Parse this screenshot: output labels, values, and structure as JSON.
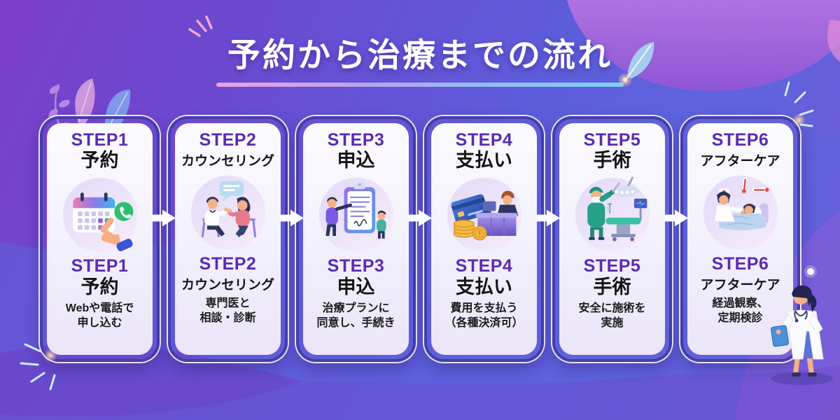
{
  "title": {
    "text": "予約から治療までの流れ"
  },
  "steps": [
    {
      "step": "STEP1",
      "title": "予約",
      "desc1": "Webや電話で",
      "desc2": "申し込む",
      "icon": "calendar-booking-illustration"
    },
    {
      "step": "STEP2",
      "title": "カウンセリング",
      "desc1": "専門医と",
      "desc2": "相談・診断",
      "icon": "counseling-illustration"
    },
    {
      "step": "STEP3",
      "title": "申込",
      "desc1": "治療プランに",
      "desc2": "同意し、手続き",
      "icon": "application-form-illustration"
    },
    {
      "step": "STEP4",
      "title": "支払い",
      "desc1": "費用を支払う",
      "desc2": "（各種決済可）",
      "icon": "payment-illustration"
    },
    {
      "step": "STEP5",
      "title": "手術",
      "desc1": "安全に施術を",
      "desc2": "実施",
      "icon": "surgery-illustration"
    },
    {
      "step": "STEP6",
      "title": "アフターケア",
      "desc1": "経過観察、",
      "desc2": "定期検診",
      "icon": "aftercare-illustration"
    }
  ],
  "colors": {
    "background_purple": "#6b4ad0",
    "background_indigo": "#5d5cda",
    "pink_blob": "#a468dc",
    "card_frame": "#463ea8",
    "card_bg": "#f4f2fd",
    "step_accent": "#5a2bb2",
    "text_black": "#141414",
    "underline_pink": "#eba2e0",
    "underline_blue": "#79d2f4",
    "arrow_white": "#ffffff"
  }
}
